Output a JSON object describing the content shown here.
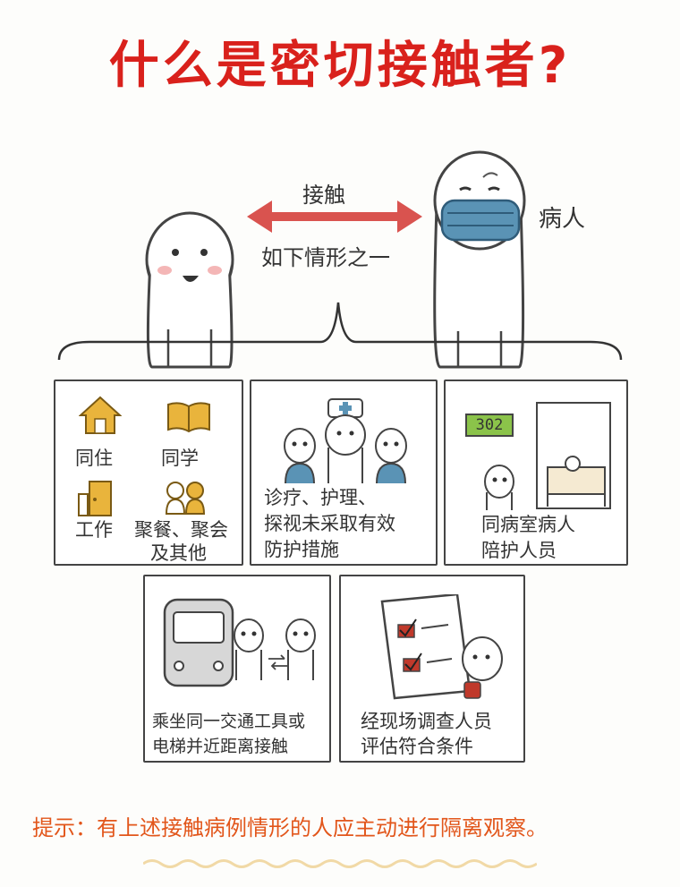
{
  "title": "什么是密切接触者?",
  "header": {
    "contact_label": "接触",
    "condition_label": "如下情形之一",
    "patient_label": "病人"
  },
  "cards": {
    "household": {
      "live_label": "同住",
      "study_label": "同学",
      "work_label": "工作",
      "gather_label": "聚餐、聚会",
      "other_label": "及其他"
    },
    "medical": {
      "line1": "诊疗、护理、",
      "line2": "探视未采取有效",
      "line3": "防护措施"
    },
    "ward": {
      "room_number": "302",
      "line1": "同病室病人",
      "line2": "陪护人员"
    },
    "transport": {
      "line1": "乘坐同一交通工具或",
      "line2": "电梯并近距离接触"
    },
    "investigation": {
      "line1": "经现场调查人员",
      "line2": "评估符合条件"
    }
  },
  "footer": {
    "tip": "提示：有上述接触病例情形的人应主动进行隔离观察。"
  },
  "colors": {
    "title_red": "#d9211c",
    "arrow_red": "#d9534f",
    "mask_blue": "#5a93b5",
    "cheek_pink": "#f4b6b6",
    "tip_orange": "#e2561b",
    "house_yellow": "#e9b43c",
    "screen_green": "#8bc34a",
    "check_red": "#c0392b"
  }
}
